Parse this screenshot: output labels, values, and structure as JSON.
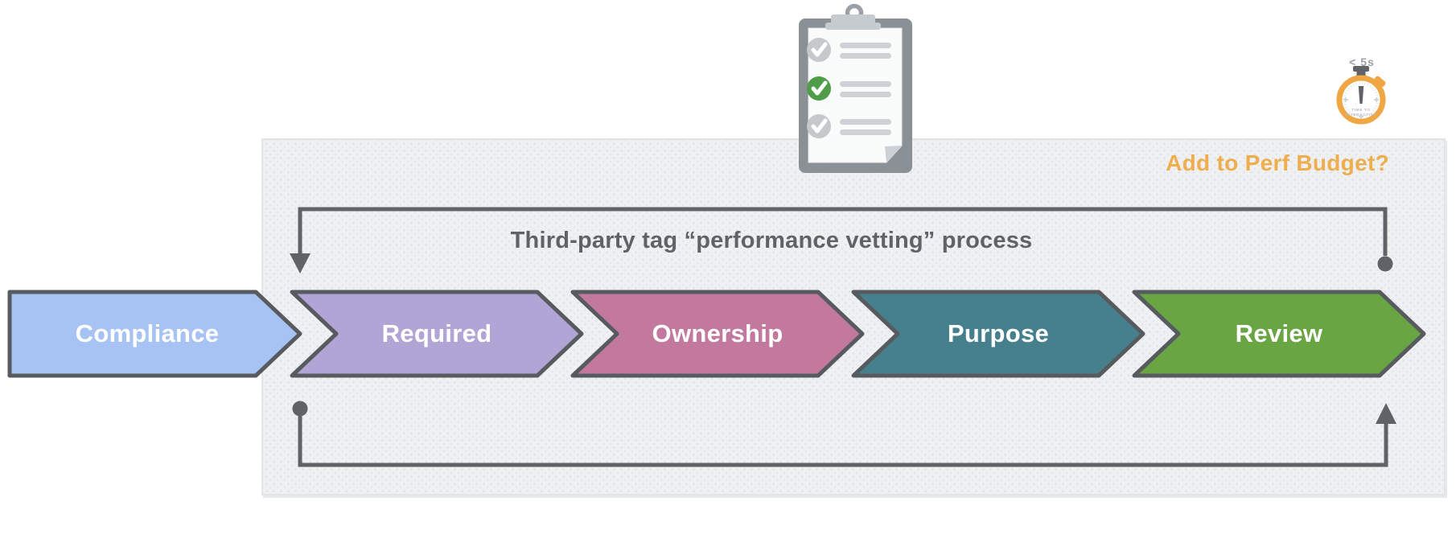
{
  "title": {
    "text": "Third-party tag “performance vetting” process"
  },
  "perf_budget": {
    "label": "Add to Perf Budget?",
    "color": "#EFAE4E"
  },
  "stopwatch": {
    "time_label": "< 5s",
    "face_line1": "TIME TO",
    "face_line2": "INTERACTIVE",
    "ring_color": "#F0A743"
  },
  "icons": {
    "clipboard": "clipboard-checklist-icon",
    "stopwatch": "stopwatch-icon"
  },
  "steps": [
    {
      "label": "Compliance",
      "color": "#A7C3F3"
    },
    {
      "label": "Required",
      "color": "#B1A5D6"
    },
    {
      "label": "Ownership",
      "color": "#C3789E"
    },
    {
      "label": "Purpose",
      "color": "#47808D"
    },
    {
      "label": "Review",
      "color": "#6AA544"
    }
  ],
  "colors": {
    "step_outline": "#575B5F",
    "connector": "#5F6368",
    "title_text": "#5F6368",
    "panel_bg": "#EFF0F2",
    "check_green": "#4F9D49",
    "check_gray": "#C5C9CC"
  }
}
